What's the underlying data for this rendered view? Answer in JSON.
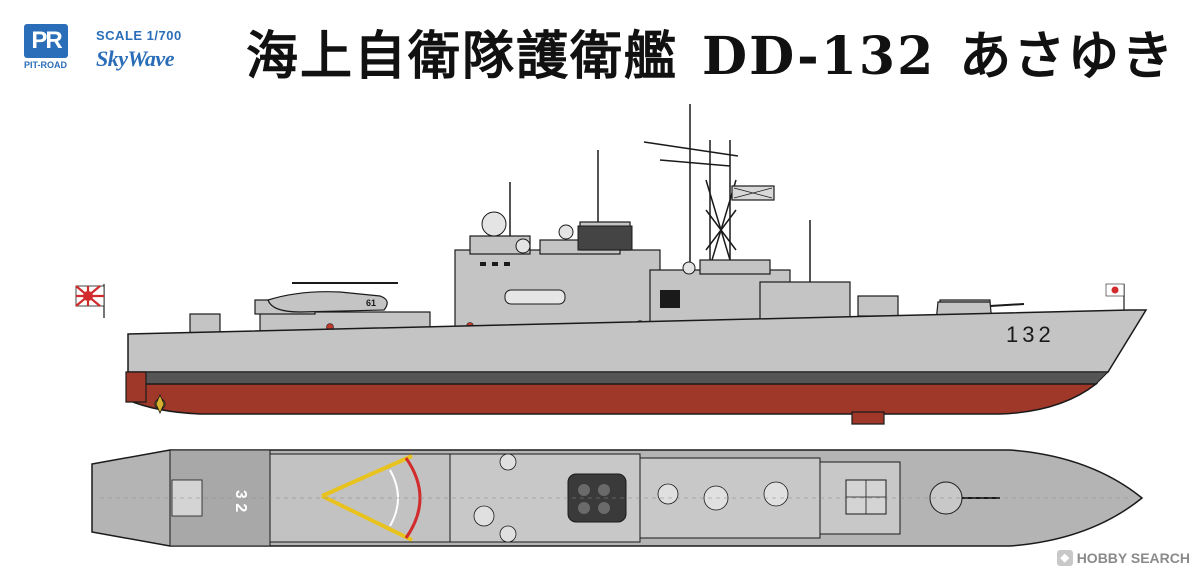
{
  "brand": {
    "logo_text": "PIT-ROAD",
    "scale": "SCALE 1/700",
    "series": "SkyWave"
  },
  "title": {
    "japanese": "海上自衛隊護衛艦",
    "hull": "DD-132",
    "name": "あさゆき"
  },
  "ship": {
    "hull_number": "132",
    "deck_number": "3 2",
    "heli_code": "61",
    "colors": {
      "upper": "#c4c4c4",
      "boot": "#555555",
      "lower": "#a0382a",
      "outline": "#1a1a1a",
      "deck": "#b4b4b4"
    }
  },
  "watermark": {
    "label": "HOBBY SEARCH"
  }
}
